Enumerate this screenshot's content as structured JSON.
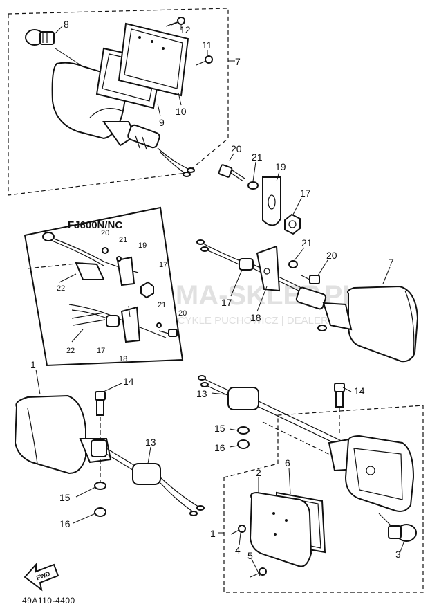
{
  "diagram": {
    "inset_title": "FJ600N/NC",
    "drawing_code": "49A110-4400",
    "fwd_label": "FWD",
    "watermark": {
      "brand": "YAMA-SKLEP.PL",
      "tagline": "MOTOCYKLE PUCHOWICZ | DEALER YAMAHA"
    },
    "part_labels": {
      "p1_left": "1",
      "p1_right": "1",
      "p2": "2",
      "p3": "3",
      "p4": "4",
      "p5": "5",
      "p6": "6",
      "p7_top": "7",
      "p7_mid": "7",
      "p8": "8",
      "p9": "9",
      "p10": "10",
      "p11": "11",
      "p12": "12",
      "p13_left": "13",
      "p13_right": "13",
      "p14_left": "14",
      "p14_right": "14",
      "p15_left": "15",
      "p15_right": "15",
      "p16_left": "16",
      "p16_right": "16",
      "p17_top": "17",
      "p17_mid": "17",
      "p17_inset_a": "17",
      "p17_inset_b": "17",
      "p18_mid": "18",
      "p18_inset": "18",
      "p19_top": "19",
      "p19_inset": "19",
      "p20_top": "20",
      "p20_mid": "20",
      "p20_inset_a": "20",
      "p20_inset_b": "20",
      "p21_top": "21",
      "p21_mid": "21",
      "p21_inset_a": "21",
      "p21_inset_b": "21",
      "p22_inset_a": "22",
      "p22_inset_b": "22"
    }
  }
}
